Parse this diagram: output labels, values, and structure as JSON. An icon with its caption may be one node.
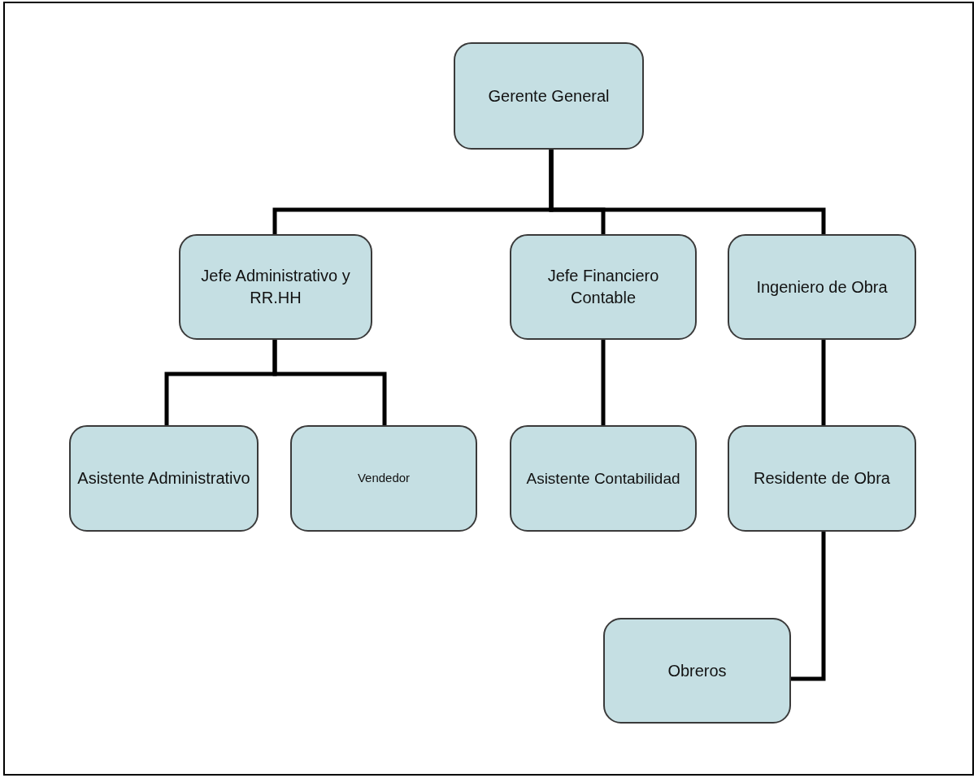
{
  "diagram": {
    "nodes": [
      {
        "text": [
          "Gerente General"
        ]
      },
      {
        "text": [
          "Jefe Administrativo y RR.HH"
        ]
      },
      {
        "text": [
          "Jefe Financiero Contable"
        ]
      },
      {
        "text": [
          "Ingeniero de Obra"
        ]
      },
      {
        "text": [
          "Asistente Administrativo"
        ]
      },
      {
        "text": [
          "Vendedor"
        ]
      },
      {
        "text": [
          "Asistente Contabilidad"
        ]
      },
      {
        "text": [
          "Residente de Obra"
        ]
      },
      {
        "text": [
          "Obreros"
        ]
      }
    ],
    "edges": [
      {
        "from": 0,
        "to": 1,
        "arrow": "none"
      },
      {
        "from": 0,
        "to": 2,
        "arrow": "none"
      },
      {
        "from": 0,
        "to": 3,
        "arrow": "none"
      },
      {
        "from": 1,
        "to": 4,
        "arrow": "none"
      },
      {
        "from": 1,
        "to": 5,
        "arrow": "none"
      },
      {
        "from": 2,
        "to": 6,
        "arrow": "none"
      },
      {
        "from": 3,
        "to": 7,
        "arrow": "none"
      },
      {
        "from": 7,
        "to": 8,
        "arrow": "none"
      }
    ]
  }
}
